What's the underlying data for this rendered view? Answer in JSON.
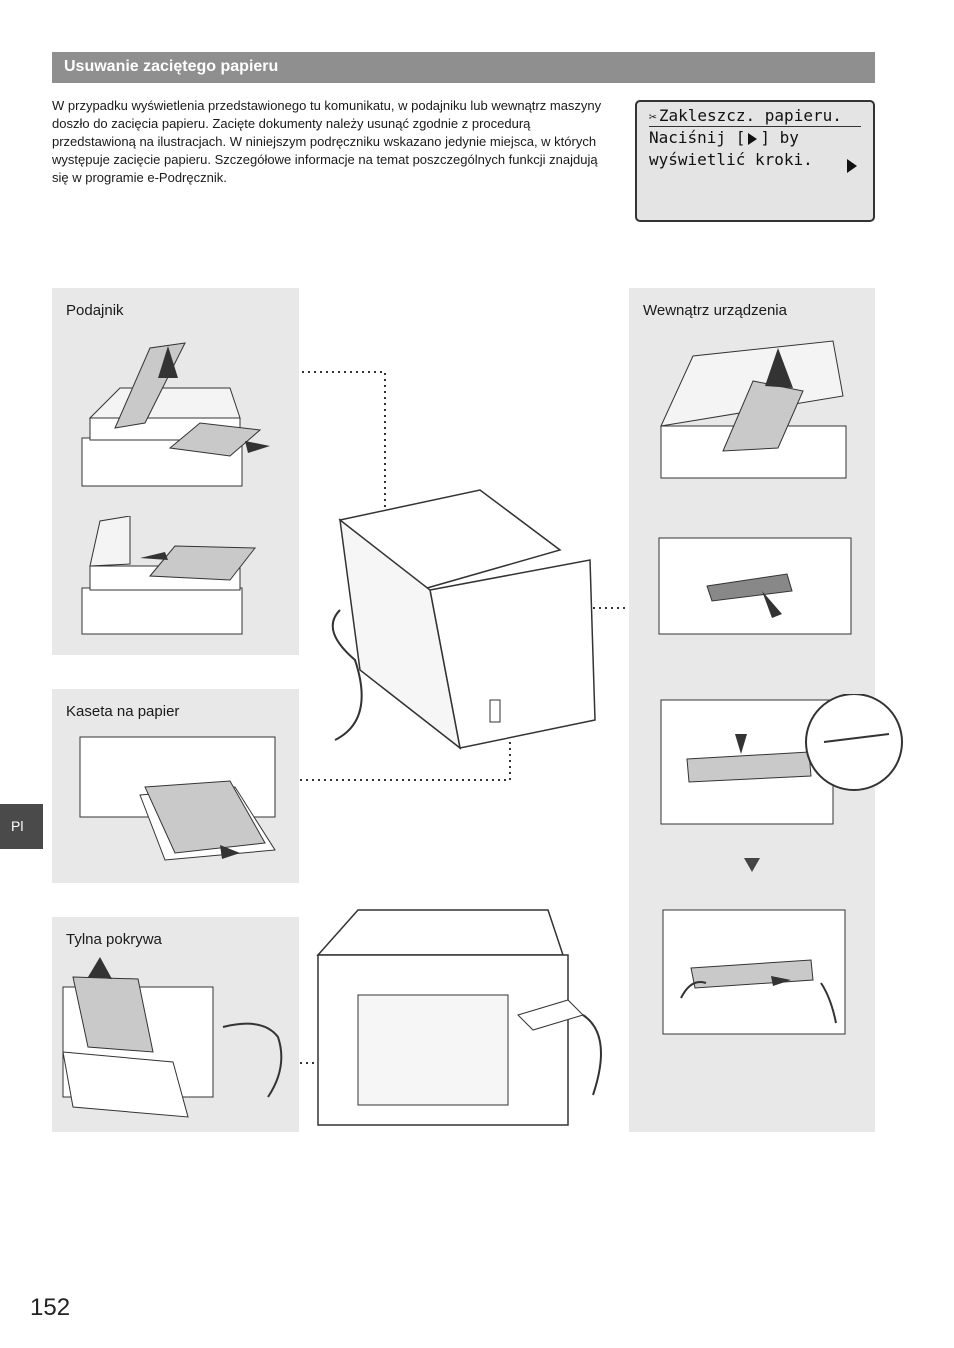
{
  "section": {
    "title": "Usuwanie zaciętego papieru"
  },
  "intro": {
    "text": "W przypadku wyświetlenia przedstawionego tu komunikatu, w podajniku lub wewnątrz maszyny doszło do zacięcia papieru. Zacięte dokumenty należy usunąć zgodnie z procedurą przedstawioną na ilustracjach. W niniejszym podręczniku wskazano jedynie miejsca, w których występuje zacięcie papieru. Szczegółowe informacje na temat poszczególnych funkcji znajdują się w programie e-Podręcznik."
  },
  "lcd": {
    "icon": "paper-jam-icon",
    "line1": "Zakleszcz. papieru.",
    "line2_a": "Naciśnij [",
    "line2_b": "] by",
    "line3": "wyświetlić kroki."
  },
  "panels": {
    "feeder": "Podajnik",
    "inside": "Wewnątrz urządzenia",
    "cassette": "Kaseta na papier",
    "rear": "Tylna pokrywa"
  },
  "lang_tab": "Pl",
  "page_number": "152"
}
